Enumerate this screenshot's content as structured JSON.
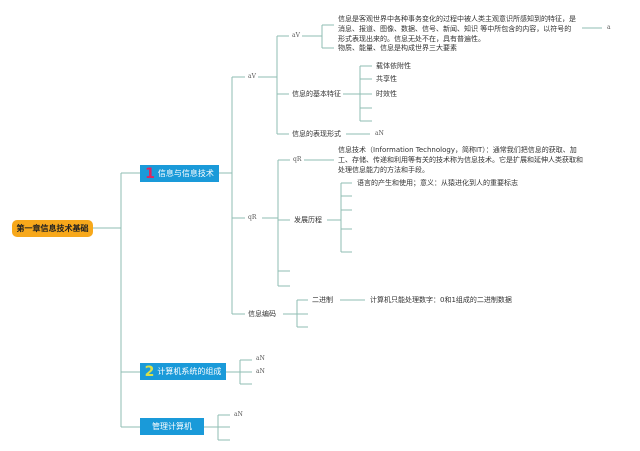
{
  "root": {
    "label": "第一章信息技术基础",
    "color": "#f7a81b"
  },
  "branches": [
    {
      "number": "1",
      "label": "信息与信息技术",
      "number_color": "#e0245e",
      "children": [
        {
          "label": "aV",
          "children": [
            {
              "label": "aV",
              "children": [
                {
                  "label": "信息是客观世界中各种事务变化的过程中被人类主观意识所感知到的特征，是消息、报道、图像、数据、信号、新闻、知识 等中所包含的内容，以符号的形式表现出来的。信息无处不在，具有普遍性。",
                  "tail": "a"
                },
                {
                  "label": "物质、能量、信息是构成世界三大要素"
                }
              ]
            },
            {
              "label": "信息的基本特征",
              "children": [
                "载体依附性",
                "共享性",
                "时效性",
                "",
                ""
              ]
            },
            {
              "label": "信息的表现形式",
              "children": [
                "aN"
              ]
            }
          ]
        },
        {
          "label": "qR",
          "children": [
            {
              "label": "qR",
              "children": [
                "信息技术（Information Technology，简称IT）：通常我们把信息的获取、加工、存储、传递和利用等有关的技术称为信息技术。它是扩展和延伸人类获取和处理信息能力的方法和手段。"
              ]
            },
            {
              "label": "发展历程",
              "children": [
                "语言的产生和使用；意义：从猿进化到人的重要标志",
                "",
                "",
                "",
                ""
              ]
            }
          ]
        },
        {
          "label": "信息编码",
          "children": [
            {
              "label": "二进制",
              "children": [
                "计算机只能处理数字：0和1组成的二进制数据"
              ]
            }
          ]
        }
      ]
    },
    {
      "number": "2",
      "label": "计算机系统的组成",
      "number_color": "#d8e04a",
      "children": [
        "aN",
        "aN",
        ""
      ]
    },
    {
      "number": "",
      "label": "管理计算机",
      "children": [
        "aN",
        "",
        ""
      ]
    }
  ],
  "colors": {
    "branch": "#1a9ad9",
    "line": "#8fbdb3"
  }
}
